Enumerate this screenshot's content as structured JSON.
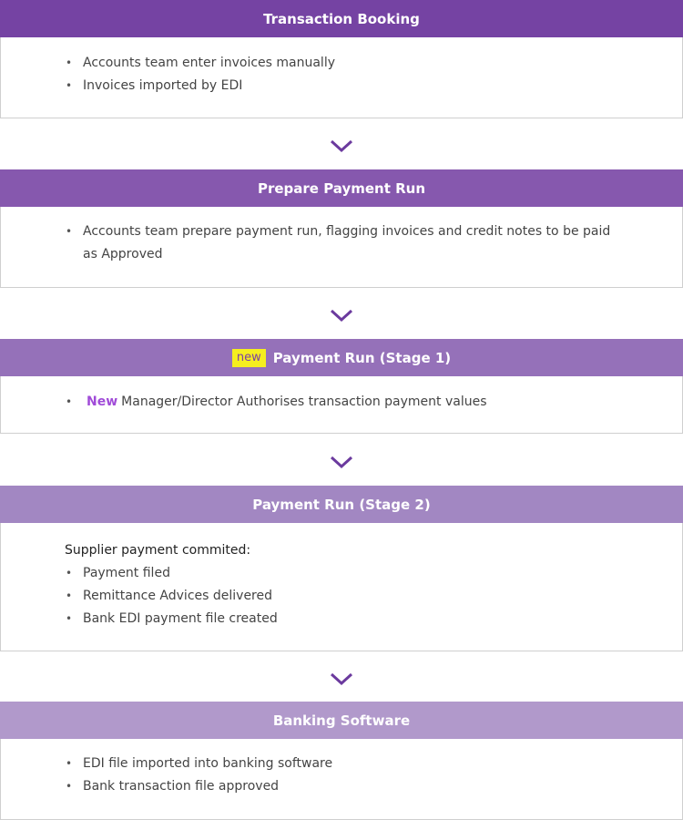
{
  "colors": {
    "stage1_header": "#7543a3",
    "stage2_header": "#8658ae",
    "stage3_header": "#9571b9",
    "stage4_header": "#a287c2",
    "stage5_header": "#b199cb",
    "arrow": "#6b3a9e",
    "new_badge_bg": "#f5ee1f",
    "new_text": "#a04bd8"
  },
  "stages": [
    {
      "title": "Transaction Booking",
      "bullets": [
        "Accounts team enter invoices manually",
        "Invoices imported by EDI"
      ]
    },
    {
      "title": "Prepare Payment Run",
      "bullets": [
        "Accounts team prepare payment run, flagging invoices and credit notes to be paid",
        "as Approved"
      ]
    },
    {
      "title": "Payment Run (Stage 1)",
      "badge": "new",
      "inline_new": "New",
      "bullets": [
        "Manager/Director Authorises transaction payment values"
      ]
    },
    {
      "title": "Payment Run (Stage 2)",
      "intro": "Supplier payment commited:",
      "bullets": [
        "Payment filed",
        "Remittance Advices delivered",
        "Bank EDI payment file created"
      ]
    },
    {
      "title": "Banking Software",
      "bullets": [
        "EDI file imported into banking software",
        "Bank transaction file approved"
      ]
    }
  ]
}
